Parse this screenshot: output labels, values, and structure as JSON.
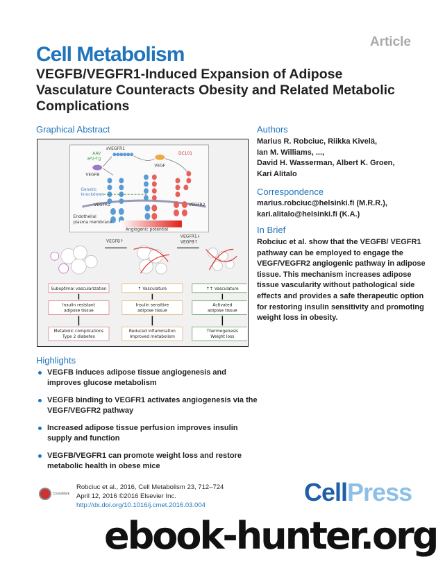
{
  "header": {
    "article_label": "Article",
    "journal": "Cell Metabolism",
    "title": "VEGFB/VEGFR1-Induced Expansion of Adipose Vasculature Counteracts Obesity and Related Metabolic Complications"
  },
  "graphical_abstract": {
    "heading": "Graphical Abstract",
    "labels": {
      "svegfr1": "sVEGFR1",
      "aav": "AAV",
      "ap2": "aP2-Tg",
      "vegfb": "VEGFB",
      "vegf": "VEGF",
      "dc101": "DC101",
      "genetic": "Genetic",
      "knockdown": "knockdown",
      "vegfr1": "VEGFR1",
      "vegfr2": "VEGFR2",
      "endothelial": "Endothelial",
      "plasma": "plasma membrane",
      "angio": "Angiogenic potential",
      "arrow1": "VEGFB↑",
      "arrow2a": "VEGFR1↓",
      "arrow2b": "VEGFB↑"
    },
    "columns": [
      {
        "box1": "Suboptimal vascularization",
        "box2a": "Insulin resistant",
        "box2b": "adipose tissue",
        "box3a": "Metabolic complications",
        "box3b": "Type 2 diabetes",
        "color": "#d9868c"
      },
      {
        "box1": "↑ Vasculature",
        "box2a": "Insulin sensitive",
        "box2b": "adipose tissue",
        "box3a": "Reduced inflammation",
        "box3b": "Improved metabolism",
        "color": "#e8b87a"
      },
      {
        "box1": "↑↑ Vasculature",
        "box2a": "Activated",
        "box2b": "adipose tissue",
        "box3a": "Thermogenesis",
        "box3b": "Weight loss",
        "color": "#6aa66a"
      }
    ]
  },
  "authors": {
    "heading": "Authors",
    "lines": [
      "Marius R. Robciuc, Riikka Kivelä,",
      "Ian M. Williams, ...,",
      "David H. Wasserman, Albert K. Groen,",
      "Kari Alitalo"
    ]
  },
  "correspondence": {
    "heading": "Correspondence",
    "lines": [
      "marius.robciuc@helsinki.fi (M.R.R.),",
      "kari.alitalo@helsinki.fi (K.A.)"
    ]
  },
  "in_brief": {
    "heading": "In Brief",
    "text": "Robciuc et al. show that the VEGFB/ VEGFR1 pathway can be employed to engage the VEGF/VEGFR2 angiogenic pathway in adipose tissue. This mechanism increases adipose tissue vascularity without pathological side effects and provides a safe therapeutic option for restoring insulin sensitivity and promoting weight loss in obesity."
  },
  "highlights": {
    "heading": "Highlights",
    "items": [
      "VEGFB induces adipose tissue angiogenesis and improves glucose metabolism",
      "VEGFB binding to VEGFR1 activates angiogenesis via the VEGF/VEGFR2 pathway",
      "Increased adipose tissue perfusion improves insulin supply and function",
      "VEGFB/VEGFR1 can promote weight loss and restore metabolic health in obese mice"
    ]
  },
  "footer": {
    "citation": "Robciuc et al., 2016, Cell Metabolism 23, 712–724",
    "date": "April 12, 2016 ©2016 Elsevier Inc.",
    "doi": "http://dx.doi.org/10.1016/j.cmet.2016.03.004",
    "crossmark": "CrossMark",
    "logo_cell": "Cell",
    "logo_press": "Press",
    "watermark": "ebook-hunter.org"
  },
  "colors": {
    "accent": "#1f74bb",
    "vegfr1": "#5b9bd5",
    "vegfr2": "#e8605a",
    "green": "#3a9a3a"
  }
}
